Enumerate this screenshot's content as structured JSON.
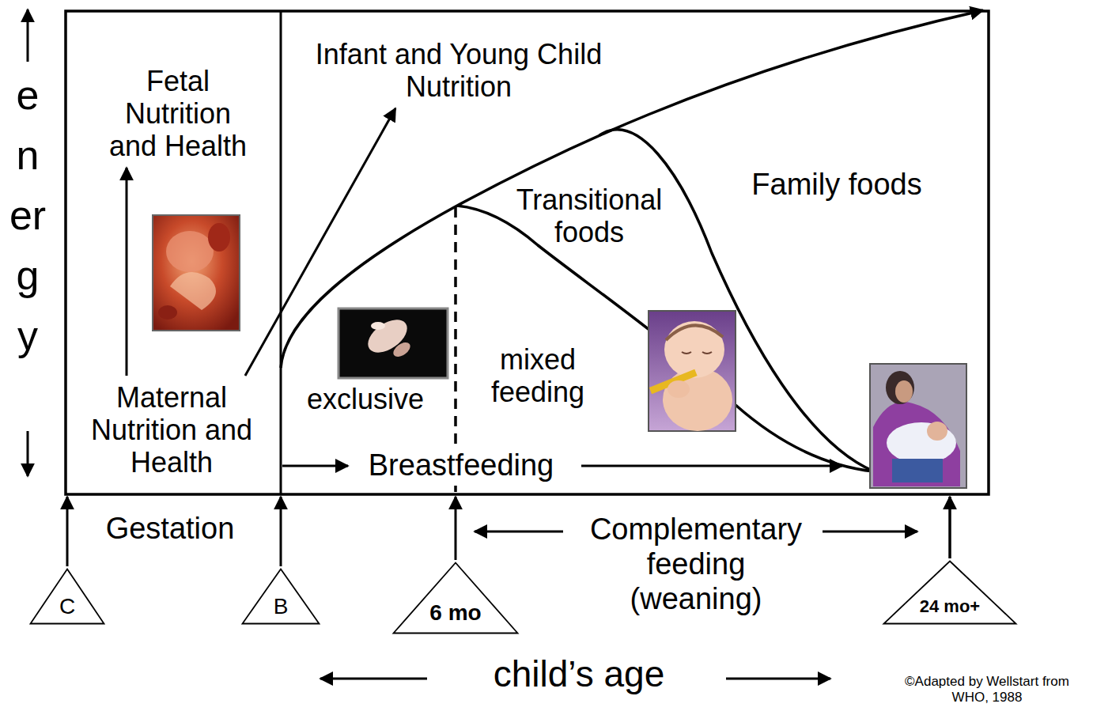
{
  "diagram": {
    "nodes": [
      {
        "text": [
          "Fetal Nutrition and Health"
        ]
      },
      {
        "text": [
          "Maternal Nutrition and Health"
        ]
      },
      {
        "text": [
          "Infant and Young Child Nutrition"
        ]
      },
      {
        "text": [
          "C"
        ]
      },
      {
        "text": [
          "B"
        ]
      },
      {
        "text": [
          "6 mo"
        ]
      },
      {
        "text": [
          "24 mo+"
        ]
      }
    ],
    "edges": [
      {
        "from": 1,
        "to": 0,
        "arrow": "to"
      },
      {
        "from": 1,
        "to": 2,
        "arrow": "to"
      }
    ],
    "labels": [
      "energy",
      "exclusive",
      "mixed feeding",
      "Transitional foods",
      "Family foods",
      "Breastfeeding",
      "Gestation",
      "Complementary feeding (weaning)",
      "child’s age",
      "©Adapted by Wellstart from WHO, 1988"
    ]
  }
}
